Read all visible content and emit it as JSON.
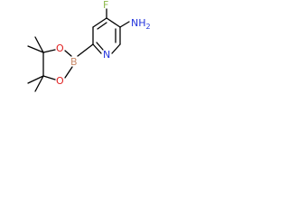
{
  "atoms": {
    "fluorine": {
      "symbol": "F",
      "color": "#8db84a"
    },
    "amine": {
      "symbol": "NH2",
      "main": "NH",
      "subscript": "2",
      "color": "#2233dd"
    },
    "ring_nitrogen": {
      "symbol": "N",
      "color": "#2233dd"
    },
    "boron": {
      "symbol": "B",
      "color": "#c98a6a"
    },
    "oxygen_top": {
      "symbol": "O",
      "color": "#e02020"
    },
    "oxygen_bottom": {
      "symbol": "O",
      "color": "#e02020"
    }
  }
}
